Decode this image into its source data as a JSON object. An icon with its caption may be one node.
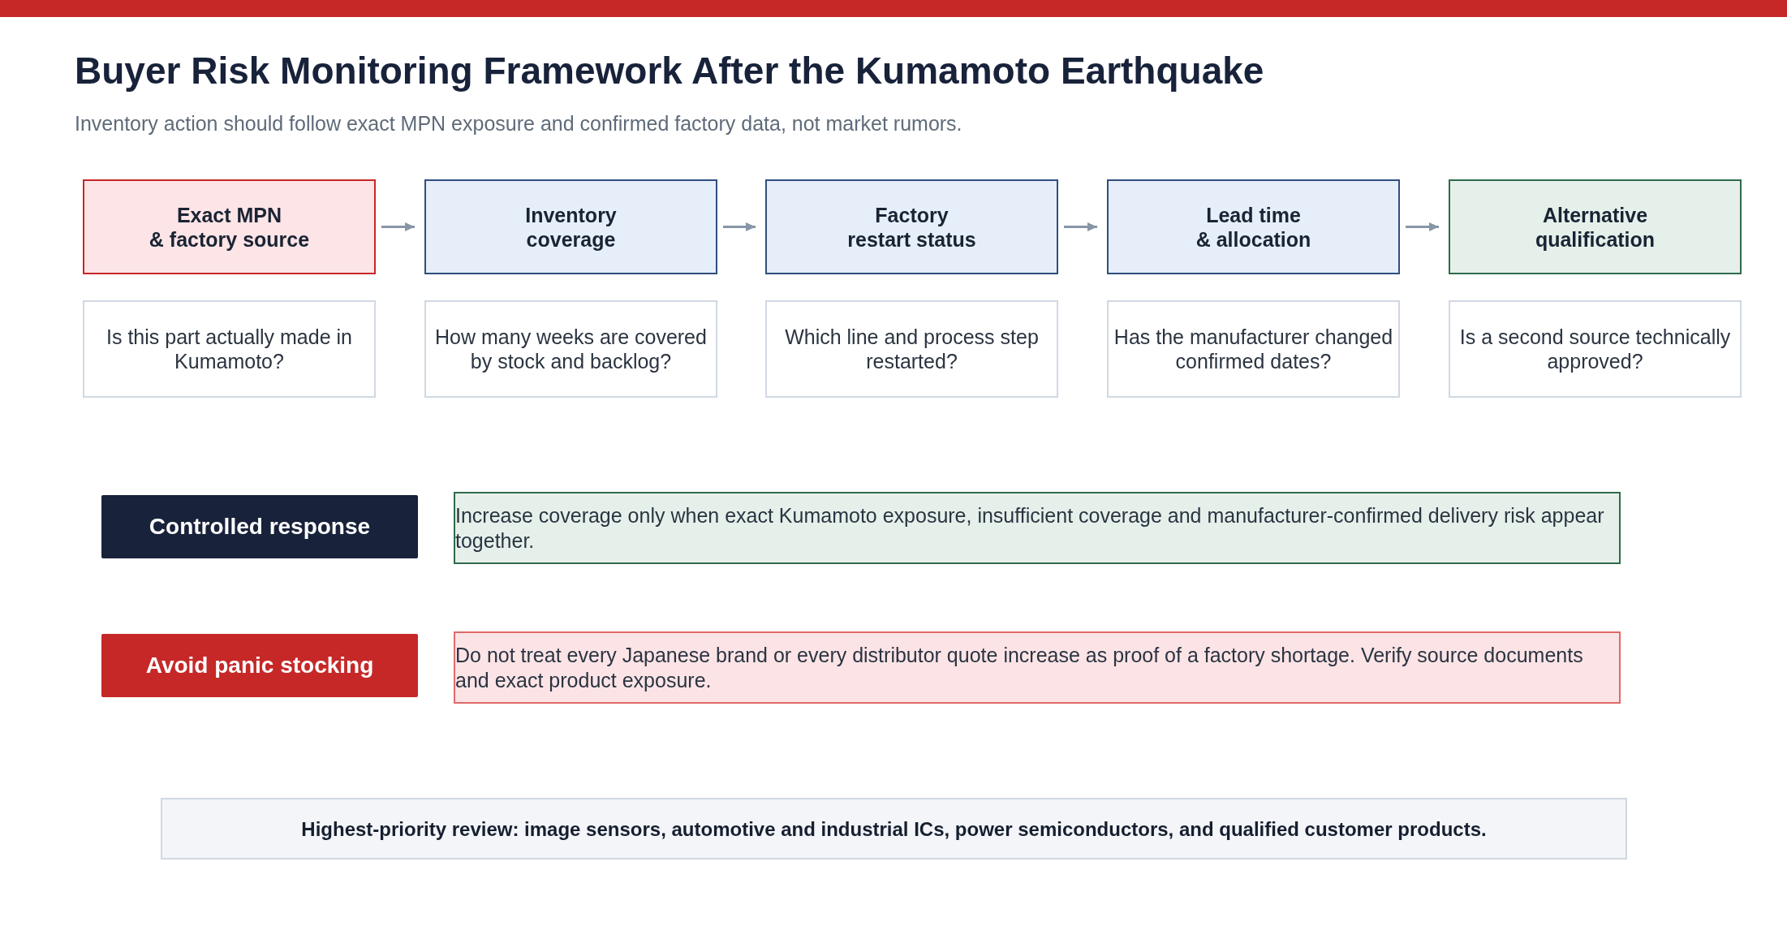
{
  "diagram": {
    "title": "Buyer Risk Monitoring Framework After the Kumamoto Earthquake",
    "nodes": [
      {
        "text": [
          "Exact MPN & factory source"
        ]
      },
      {
        "text": [
          "Inventory coverage"
        ]
      },
      {
        "text": [
          "Factory restart status"
        ]
      },
      {
        "text": [
          "Lead time & allocation"
        ]
      },
      {
        "text": [
          "Alternative qualification"
        ]
      },
      {
        "text": [
          "Is this part actually made in Kumamoto?"
        ]
      },
      {
        "text": [
          "How many weeks are covered by stock and backlog?"
        ]
      },
      {
        "text": [
          "Which line and process step restarted?"
        ]
      },
      {
        "text": [
          "Has the manufacturer changed confirmed dates?"
        ]
      },
      {
        "text": [
          "Is a second source technically approved?"
        ]
      },
      {
        "text": [
          "Controlled response"
        ]
      },
      {
        "text": [
          "Increase coverage only when exact Kumamoto exposure, insufficient coverage and manufacturer-confirmed delivery risk appear together."
        ]
      },
      {
        "text": [
          "Avoid panic stocking"
        ]
      },
      {
        "text": [
          "Do not treat every Japanese brand or every distributor quote increase as proof of a factory shortage. Verify source documents and exact product exposure."
        ]
      },
      {
        "text": [
          "Highest-priority review: image sensors, automotive and industrial ICs, power semiconductors, and qualified customer products."
        ]
      }
    ],
    "edges": [
      {
        "from": 0,
        "to": 1,
        "arrow": "to"
      },
      {
        "from": 1,
        "to": 2,
        "arrow": "to"
      },
      {
        "from": 2,
        "to": 3,
        "arrow": "to"
      },
      {
        "from": 3,
        "to": 4,
        "arrow": "to"
      }
    ],
    "labels": [
      "Inventory action should follow exact MPN exposure and confirmed factory data, not market rumors."
    ]
  }
}
